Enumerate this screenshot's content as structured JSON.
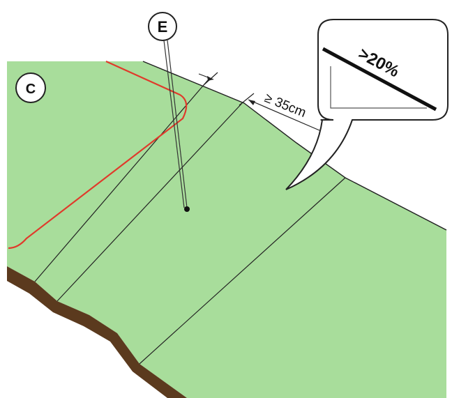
{
  "labels": {
    "point_marker": "E",
    "zone_marker": "C",
    "distance": "≥ 35cm",
    "slope": ">20%"
  },
  "colors": {
    "terrain_fill": "#a8dd9b",
    "soil_edge": "#5b3a1e",
    "zone_outline": "#e03a2b",
    "line": "#222222",
    "bubble_fill": "#ffffff"
  }
}
